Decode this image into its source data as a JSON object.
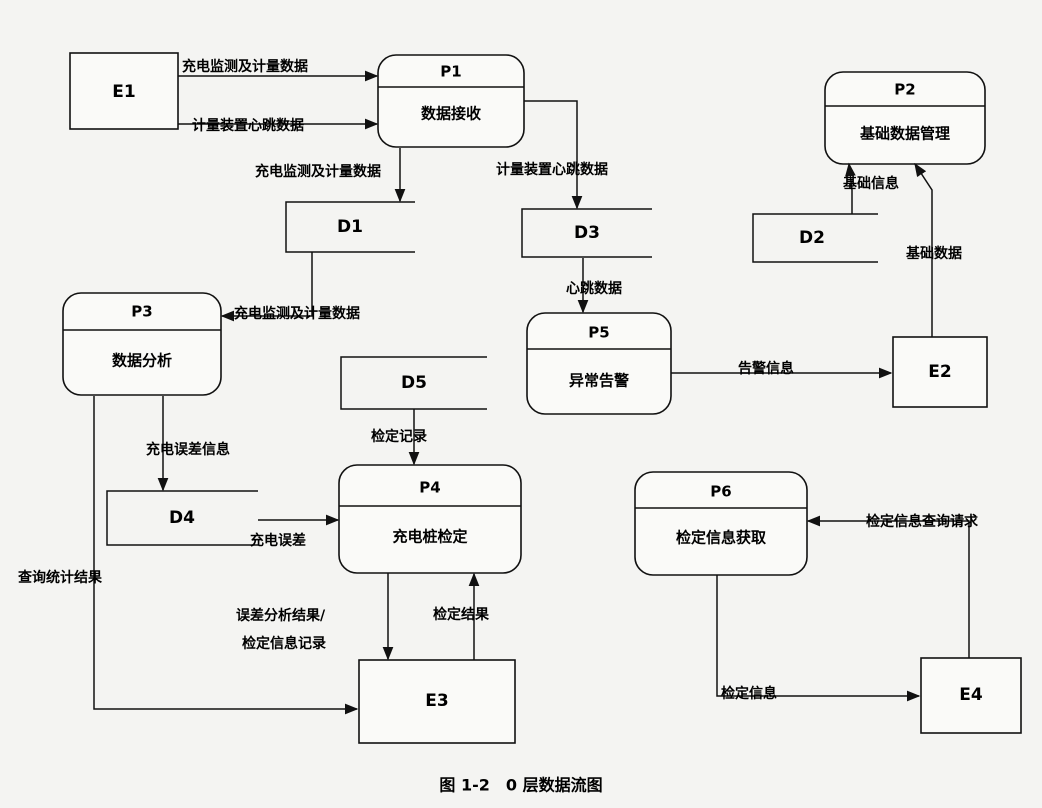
{
  "externals": {
    "e1": "E1",
    "e2": "E2",
    "e3": "E3",
    "e4": "E4"
  },
  "processes": {
    "p1": {
      "id": "P1",
      "name": "数据接收"
    },
    "p2": {
      "id": "P2",
      "name": "基础数据管理"
    },
    "p3": {
      "id": "P3",
      "name": "数据分析"
    },
    "p4": {
      "id": "P4",
      "name": "充电桩检定"
    },
    "p5": {
      "id": "P5",
      "name": "异常告警"
    },
    "p6": {
      "id": "P6",
      "name": "检定信息获取"
    }
  },
  "stores": {
    "d1": "D1",
    "d2": "D2",
    "d3": "D3",
    "d4": "D4",
    "d5": "D5"
  },
  "flows": {
    "e1_p1_charge": "充电监测及计量数据",
    "e1_p1_heartbeat": "计量装置心跳数据",
    "p1_d1": "充电监测及计量数据",
    "p1_d3": "计量装置心跳数据",
    "d1_p3": "充电监测及计量数据",
    "d3_p5": "心跳数据",
    "d2_p2": "基础信息",
    "e2_p2": "基础数据",
    "p5_e2": "告警信息",
    "p3_d4": "充电误差信息",
    "d5_p4": "检定记录",
    "d4_p4": "充电误差",
    "p3_e3": "查询统计结果",
    "p4_e3_line1": "误差分析结果/",
    "p4_e3_line2": "检定信息记录",
    "e3_p4": "检定结果",
    "e4_p6": "检定信息查询请求",
    "p6_e4": "检定信息"
  },
  "caption": "图 1-2　0 层数据流图"
}
